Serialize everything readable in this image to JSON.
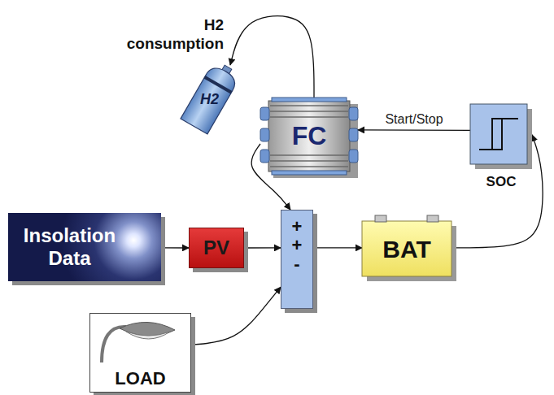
{
  "diagram": {
    "nodes": [
      {
        "text": [
          "H2"
        ]
      },
      {
        "text": [
          "FC"
        ]
      },
      {
        "text": [
          "SOC"
        ]
      },
      {
        "text": [
          "Insolation Data"
        ]
      },
      {
        "text": [
          "PV"
        ]
      },
      {
        "text": [
          "+",
          "+",
          "-"
        ]
      },
      {
        "text": [
          "BAT"
        ]
      },
      {
        "text": [
          "LOAD"
        ]
      }
    ],
    "edges": [
      {
        "from": 3,
        "to": 4,
        "arrow": "to"
      },
      {
        "from": 4,
        "to": 5,
        "arrow": "to"
      },
      {
        "from": 1,
        "to": 5,
        "arrow": "to"
      },
      {
        "from": 7,
        "to": 5,
        "arrow": "to"
      },
      {
        "from": 5,
        "to": 6,
        "arrow": "to"
      },
      {
        "from": 6,
        "to": 2,
        "arrow": "to"
      },
      {
        "from": 2,
        "to": 1,
        "label": "Start/Stop",
        "arrow": "to"
      },
      {
        "from": 1,
        "to": 0,
        "arrow": "to"
      }
    ],
    "labels": [
      "H2 consumption"
    ]
  }
}
